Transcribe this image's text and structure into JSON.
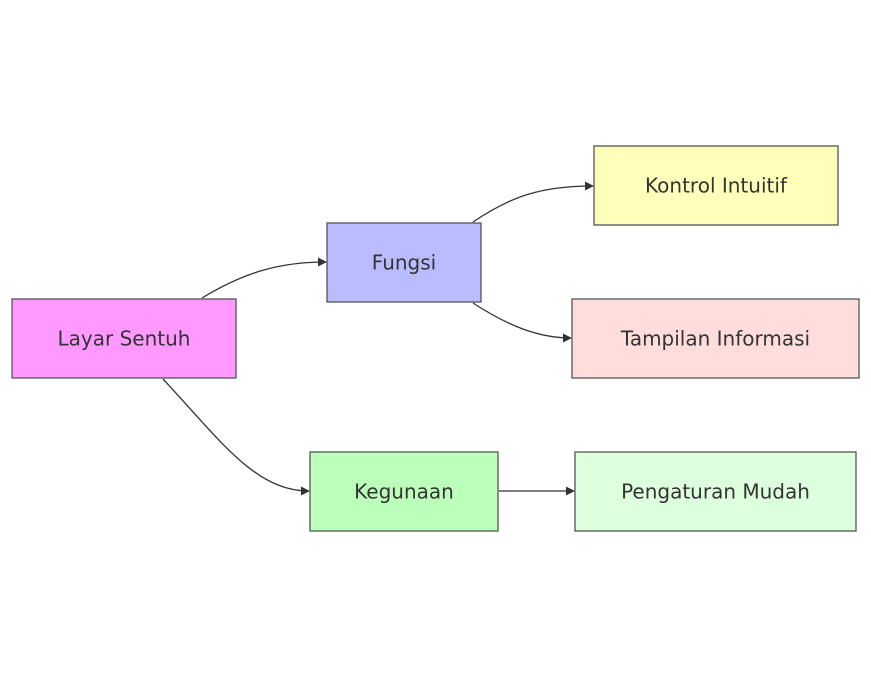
{
  "diagram": {
    "type": "flowchart",
    "direction": "left-to-right",
    "nodes": [
      {
        "id": "layar",
        "label": "Layar Sentuh",
        "color": "#ff99ff"
      },
      {
        "id": "fungsi",
        "label": "Fungsi",
        "color": "#bbbbff"
      },
      {
        "id": "kegunaan",
        "label": "Kegunaan",
        "color": "#bbffbb"
      },
      {
        "id": "kontrol",
        "label": "Kontrol Intuitif",
        "color": "#ffffbb"
      },
      {
        "id": "tampilan",
        "label": "Tampilan Informasi",
        "color": "#ffdddd"
      },
      {
        "id": "pengaturan",
        "label": "Pengaturan Mudah",
        "color": "#ddffdd"
      }
    ],
    "edges": [
      {
        "from": "layar",
        "to": "fungsi"
      },
      {
        "from": "layar",
        "to": "kegunaan"
      },
      {
        "from": "fungsi",
        "to": "kontrol"
      },
      {
        "from": "fungsi",
        "to": "tampilan"
      },
      {
        "from": "kegunaan",
        "to": "pengaturan"
      }
    ],
    "edge_color": "#333333",
    "border_color": "#555555"
  }
}
